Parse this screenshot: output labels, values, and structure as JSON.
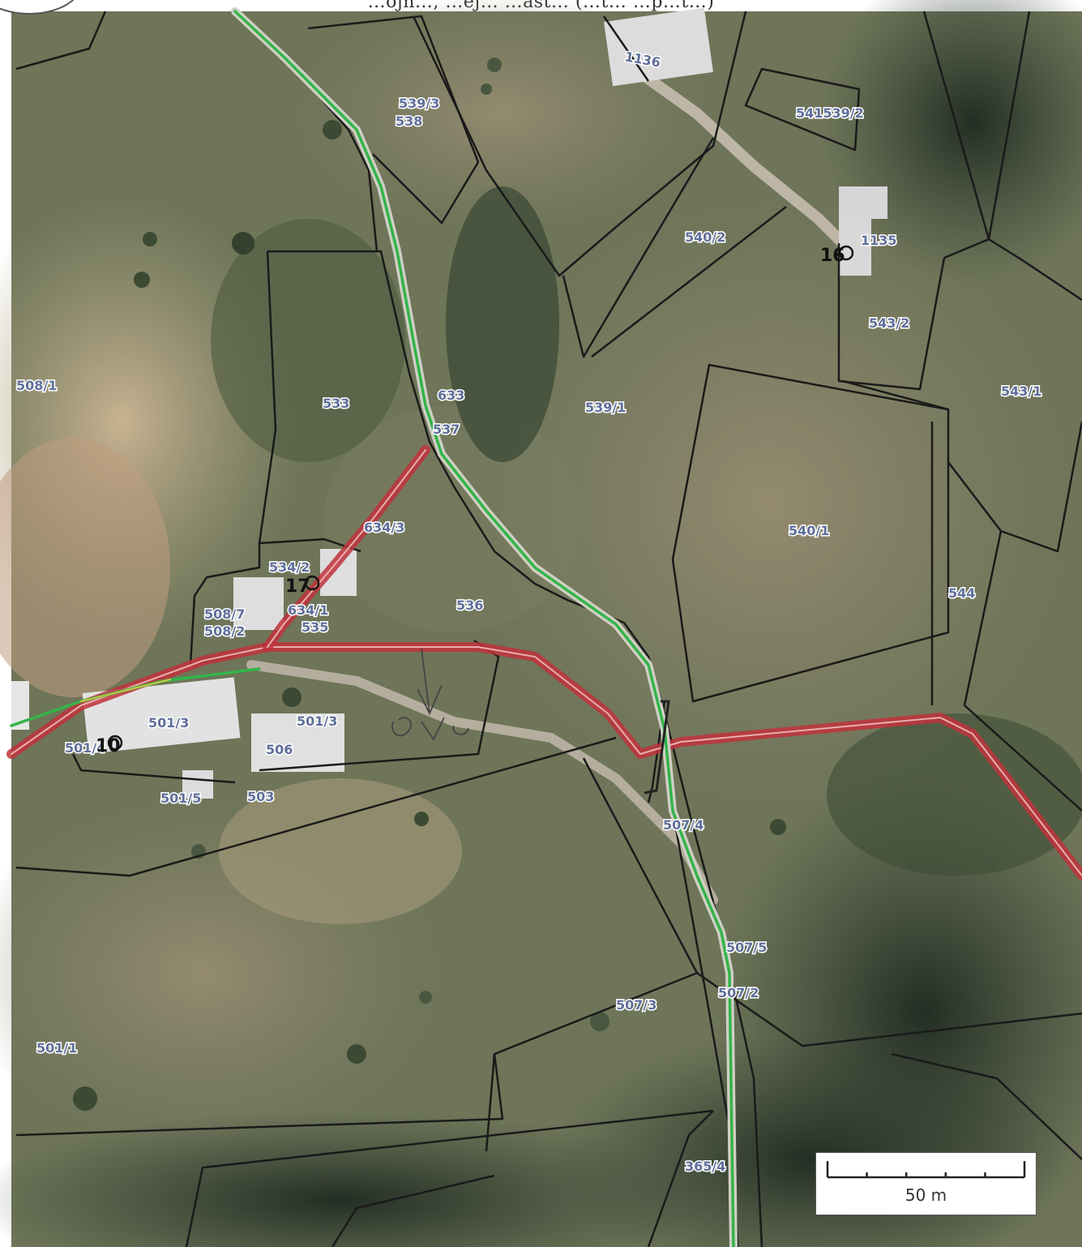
{
  "header": {
    "text": "…ojn…, …ej… …ast… (…t…     …p…t…)"
  },
  "colors": {
    "parcel_boundary": "#1a1a1a",
    "pipeline_red": "#c0323c",
    "pipeline_green": "#33b449",
    "label": "#5f6f9a"
  },
  "parcels": [
    {
      "id": "p1136",
      "text": "1136"
    },
    {
      "id": "p541539",
      "text": "541539/2"
    },
    {
      "id": "p539_3",
      "text": "539/3"
    },
    {
      "id": "p538",
      "text": "538"
    },
    {
      "id": "p540_2",
      "text": "540/2"
    },
    {
      "id": "p1135",
      "text": "1135"
    },
    {
      "id": "p543_2",
      "text": "543/2"
    },
    {
      "id": "p543_1",
      "text": "543/1"
    },
    {
      "id": "p508_1",
      "text": "508/1"
    },
    {
      "id": "p533",
      "text": "533"
    },
    {
      "id": "p633",
      "text": "633"
    },
    {
      "id": "p537",
      "text": "537"
    },
    {
      "id": "p539_1",
      "text": "539/1"
    },
    {
      "id": "p634_3",
      "text": "634/3"
    },
    {
      "id": "p540_1",
      "text": "540/1"
    },
    {
      "id": "p534_2",
      "text": "534/2"
    },
    {
      "id": "p634_1",
      "text": "634/1"
    },
    {
      "id": "p535",
      "text": "535"
    },
    {
      "id": "p536",
      "text": "536"
    },
    {
      "id": "p508_7",
      "text": "508/7"
    },
    {
      "id": "p508_2",
      "text": "508/2"
    },
    {
      "id": "p544",
      "text": "544"
    },
    {
      "id": "p501_3a",
      "text": "501/3"
    },
    {
      "id": "p501_3b",
      "text": "501/3"
    },
    {
      "id": "p506",
      "text": "506"
    },
    {
      "id": "p501_4",
      "text": "501/4"
    },
    {
      "id": "p501_5",
      "text": "501/5"
    },
    {
      "id": "p503",
      "text": "503"
    },
    {
      "id": "p507_4",
      "text": "507/4"
    },
    {
      "id": "p507_5",
      "text": "507/5"
    },
    {
      "id": "p507_2",
      "text": "507/2"
    },
    {
      "id": "p507_3",
      "text": "507/3"
    },
    {
      "id": "p501_1",
      "text": "501/1"
    },
    {
      "id": "p365_4",
      "text": "365/4"
    }
  ],
  "house_numbers": [
    {
      "id": "h16",
      "text": "16"
    },
    {
      "id": "h17",
      "text": "17"
    },
    {
      "id": "h10",
      "text": "10"
    }
  ],
  "scale_bar": {
    "label": "50 m",
    "ticks": 6
  }
}
